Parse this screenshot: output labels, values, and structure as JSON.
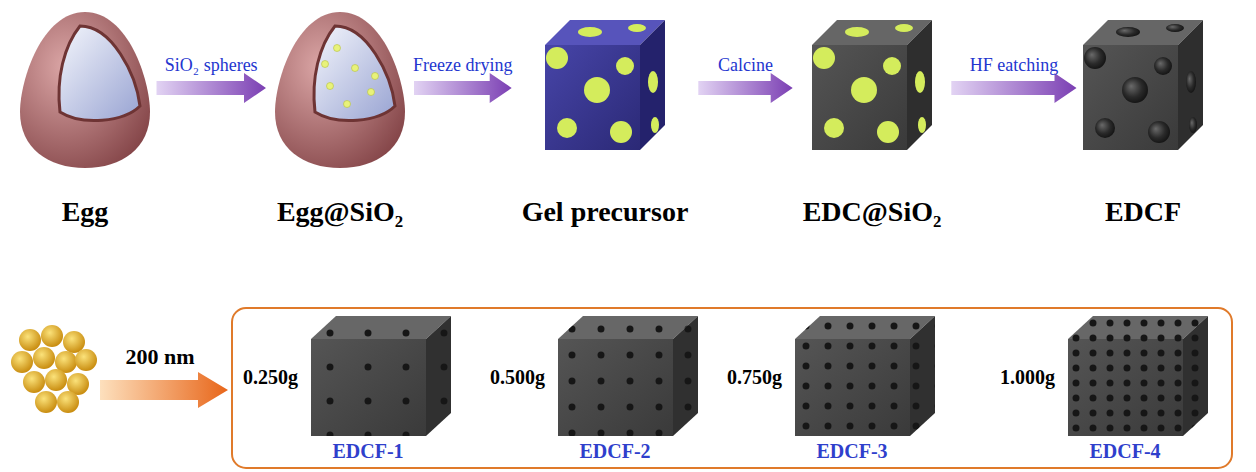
{
  "diagram": {
    "nodes": [
      {
        "text": [
          "Egg"
        ]
      },
      {
        "text": [
          "Egg@SiO₂"
        ]
      },
      {
        "text": [
          "Gel precursor"
        ]
      },
      {
        "text": [
          "EDC@SiO₂"
        ]
      },
      {
        "text": [
          "EDCF"
        ]
      },
      {
        "text": [
          "0.250g",
          "EDCF-1"
        ]
      },
      {
        "text": [
          "0.500g",
          "EDCF-2"
        ]
      },
      {
        "text": [
          "0.750g",
          "EDCF-3"
        ]
      },
      {
        "text": [
          "1.000g",
          "EDCF-4"
        ]
      }
    ],
    "edges": [
      {
        "from": 0,
        "to": 1,
        "arrow": "to",
        "label": "SiO₂ spheres"
      },
      {
        "from": 1,
        "to": 2,
        "arrow": "to",
        "label": "Freeze drying"
      },
      {
        "from": 2,
        "to": 3,
        "arrow": "to",
        "label": "Calcine"
      },
      {
        "from": 3,
        "to": 4,
        "arrow": "to",
        "label": "HF eatching"
      }
    ],
    "labels": [
      "200 nm"
    ]
  }
}
